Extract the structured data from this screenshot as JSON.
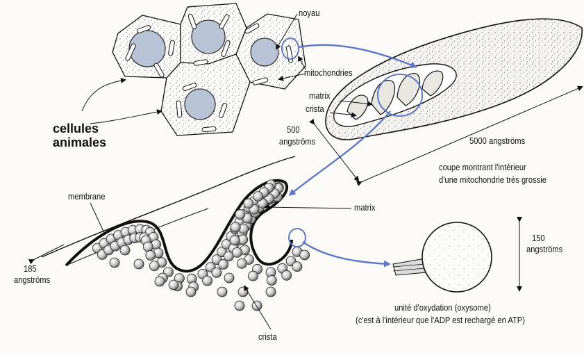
{
  "labels": {
    "noyau": "noyau",
    "mitochondries": "mitochondries",
    "matrix_top": "matrix",
    "crista_top": "crista",
    "cellules_line1": "cellules",
    "cellules_line2": "animales",
    "size_500_value": "500",
    "size_500_unit": "angströms",
    "size_5000": "5000 angströms",
    "coupe_line1": "coupe montrant l'intérieur",
    "coupe_line2": "d'une mitochondrie très grossie",
    "membrane": "membrane",
    "matrix_bottom": "matrix",
    "size_185_value": "185",
    "size_185_unit": "angströms",
    "size_150_value": "150",
    "size_150_unit": "angströms",
    "oxysome_line1": "unité d'oxydation (oxysome)",
    "oxysome_line2": "(c'est à l'intérieur que l'ADP est rechargé en ATP)",
    "crista_bottom": "crista"
  },
  "colors": {
    "arrow_blue": "#5b78c8",
    "nucleus_fill": "#b8c3d6",
    "ink": "#111111",
    "paper": "#fbfaf7"
  }
}
